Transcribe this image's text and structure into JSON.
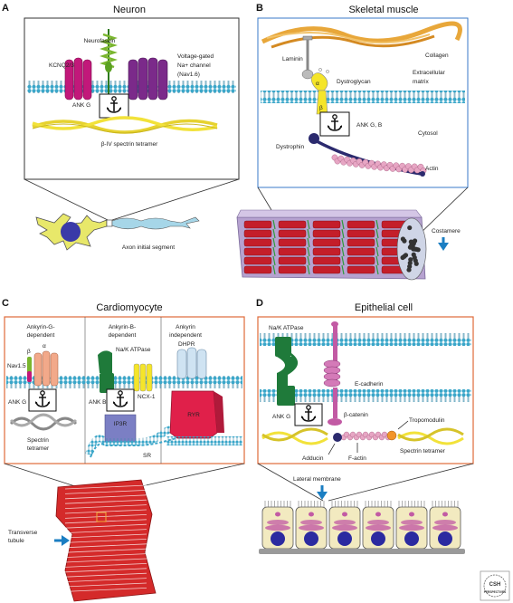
{
  "panels": {
    "A": {
      "letter": "A",
      "title": "Neuron",
      "labels": {
        "neurofascin": "Neurofascin",
        "kcnq": "KCNQ2/3",
        "nav_1": "Voltage-gated",
        "nav_2": "Na+ channel",
        "nav_3": "(Nav1.6)",
        "ankg": "ANK G",
        "spectrin": "β-IV spectrin tetramer",
        "ais": "Axon initial segment"
      }
    },
    "B": {
      "letter": "B",
      "title": "Skeletal muscle",
      "labels": {
        "collagen": "Collagen",
        "laminin": "Laminin",
        "dystroglycan": "Dystroglycan",
        "alpha": "α",
        "beta": "β",
        "extracellular_1": "Extracellular",
        "extracellular_2": "matrix",
        "ankgb": "ANK G, B",
        "cytosol": "Cytosol",
        "dystrophin": "Dystrophin",
        "actin": "Actin",
        "costamere": "Costamere"
      }
    },
    "C": {
      "letter": "C",
      "title": "Cardiomyocyte",
      "labels": {
        "col1_1": "Ankyrin-G-",
        "col1_2": "dependent",
        "col2_1": "Ankyrin-B-",
        "col2_2": "dependent",
        "col3_1": "Ankyrin",
        "col3_2": "independent",
        "beta": "β",
        "alpha": "α",
        "nav15": "Nav1.5",
        "nak": "Na/K ATPase",
        "dhpr": "DHPR",
        "ncx": "NCX-1",
        "ankg": "ANK G",
        "ankb": "ANK B",
        "ip3r": "IP3R",
        "ryr": "RYR",
        "spectrin_1": "Spectrin",
        "spectrin_2": "tetramer",
        "sr": "SR",
        "tt_1": "Transverse",
        "tt_2": "tubule"
      }
    },
    "D": {
      "letter": "D",
      "title": "Epithelial cell",
      "labels": {
        "nak": "Na/K ATPase",
        "ecad": "E-cadherin",
        "ankg": "ANK G",
        "bcat": "β-catenin",
        "tropomodulin": "Tropomodulin",
        "adducin": "Adducin",
        "factin": "F-actin",
        "spectrin": "Spectrin tetramer",
        "lateral": "Lateral membrane"
      }
    }
  },
  "logo": {
    "line1": "CSH",
    "line2": "PERSPECTIVES"
  },
  "colors": {
    "membrane_head": "#3aa6c9",
    "spectrin": "#f2e23a",
    "anchor": "#111111",
    "kcnq": "#c2187a",
    "nav": "#7b2a8a",
    "collagen": "#e8a73a",
    "dystroglycan": "#f5e52a",
    "dystrophin": "#2b2a6e",
    "actin": "#e7a6c4",
    "nak": "#1f7a3a",
    "ecad": "#c25aa4",
    "ryr": "#e0204a",
    "ip3r": "#7b7fc4",
    "dhpr": "#cfe3f2",
    "cardio": "#d42a2a",
    "neuron": "#e8e86a",
    "panel_border": "#e06a3a",
    "panel_b_border": "#3a7ac8",
    "arrow": "#1b7ec2"
  }
}
